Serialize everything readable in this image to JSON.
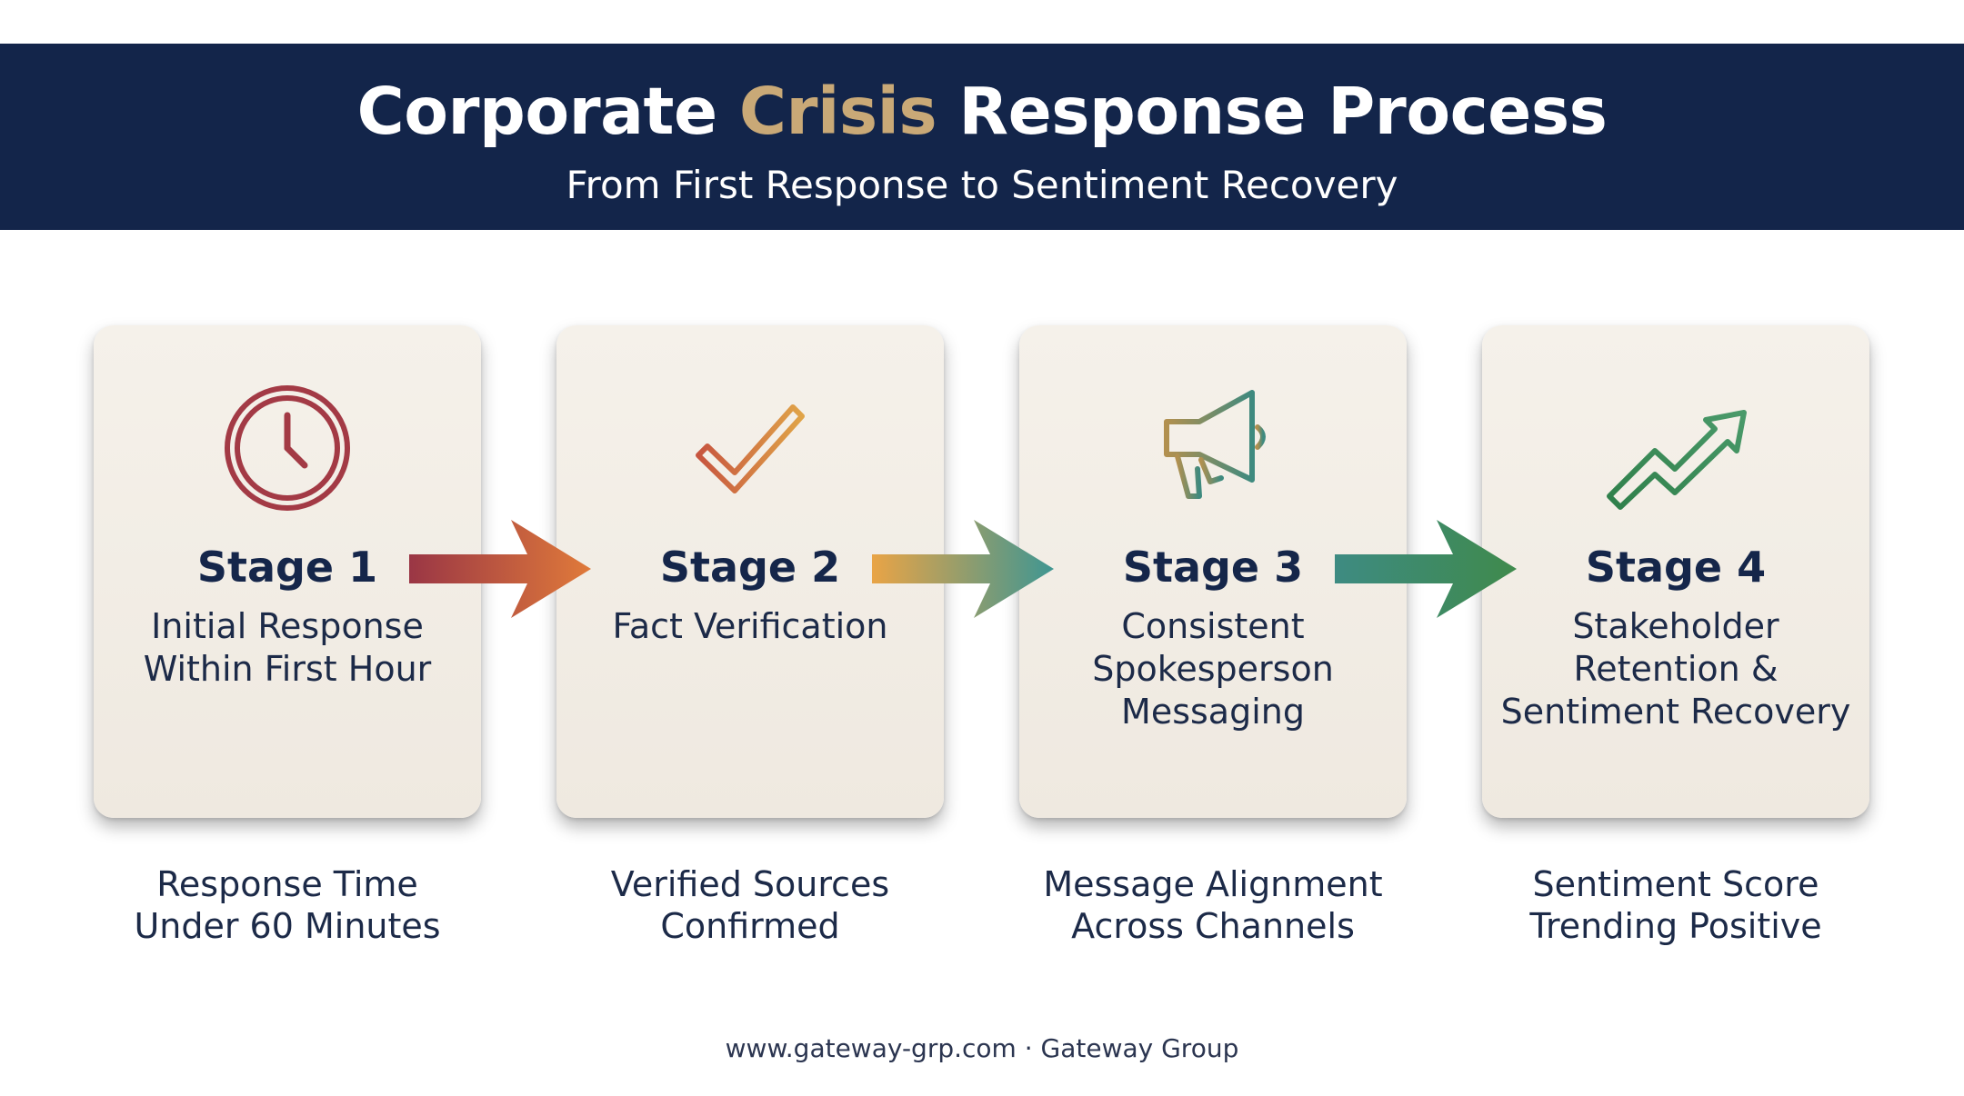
{
  "header": {
    "title_before": "Corporate",
    "title_accent": "Crisis",
    "title_after": "Response Process",
    "subtitle": "From First Response to Sentiment Recovery"
  },
  "colors": {
    "banner": "#13254a",
    "accent": "#c9a977",
    "stage1": "#a33a45",
    "stage2": "#d98a42",
    "stage3": "#4e9590",
    "stage4": "#3e8a55"
  },
  "stages": [
    {
      "label": "Stage 1",
      "icon": "clock-icon",
      "lines": [
        "Initial Response",
        "Within First Hour"
      ],
      "metric": [
        "Response Time",
        "Under 60 Minutes"
      ]
    },
    {
      "label": "Stage 2",
      "icon": "checkmark-icon",
      "lines": [
        "Fact Verification"
      ],
      "metric": [
        "Verified Sources",
        "Confirmed"
      ]
    },
    {
      "label": "Stage 3",
      "icon": "megaphone-icon",
      "lines": [
        "Consistent",
        "Spokesperson",
        "Messaging"
      ],
      "metric": [
        "Message Alignment",
        "Across Channels"
      ]
    },
    {
      "label": "Stage 4",
      "icon": "trending-up-icon",
      "lines": [
        "Stakeholder",
        "Retention &",
        "Sentiment Recovery"
      ],
      "metric": [
        "Sentiment Score",
        "Trending Positive"
      ]
    }
  ],
  "footer": "www.gateway-grp.com · Gateway Group"
}
